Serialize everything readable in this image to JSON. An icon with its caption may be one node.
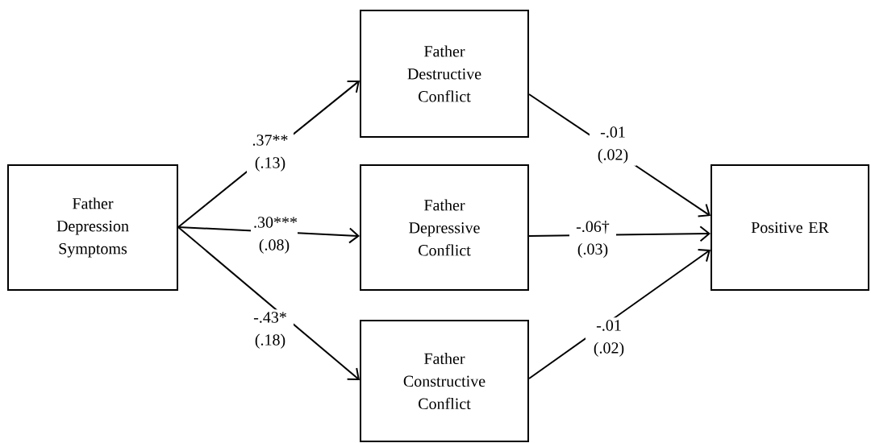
{
  "diagram": {
    "nodes": [
      {
        "text": [
          "Father Depression Symptoms"
        ]
      },
      {
        "text": [
          "Father Destructive Conflict"
        ]
      },
      {
        "text": [
          "Father Depressive Conflict"
        ]
      },
      {
        "text": [
          "Father Constructive Conflict"
        ]
      },
      {
        "text": [
          "Positive ER"
        ]
      }
    ],
    "edges": [
      {
        "from": 0,
        "to": 1,
        "arrow": "to",
        "label": ".37** (.13)"
      },
      {
        "from": 0,
        "to": 2,
        "arrow": "to",
        "label": ".30*** (.08)"
      },
      {
        "from": 0,
        "to": 3,
        "arrow": "to",
        "label": "-.43* (.18)"
      },
      {
        "from": 1,
        "to": 4,
        "arrow": "to",
        "label": "-.01 (.02)"
      },
      {
        "from": 2,
        "to": 4,
        "arrow": "to",
        "label": "-.06† (.03)"
      },
      {
        "from": 3,
        "to": 4,
        "arrow": "to",
        "label": "-.01 (.02)"
      }
    ]
  }
}
